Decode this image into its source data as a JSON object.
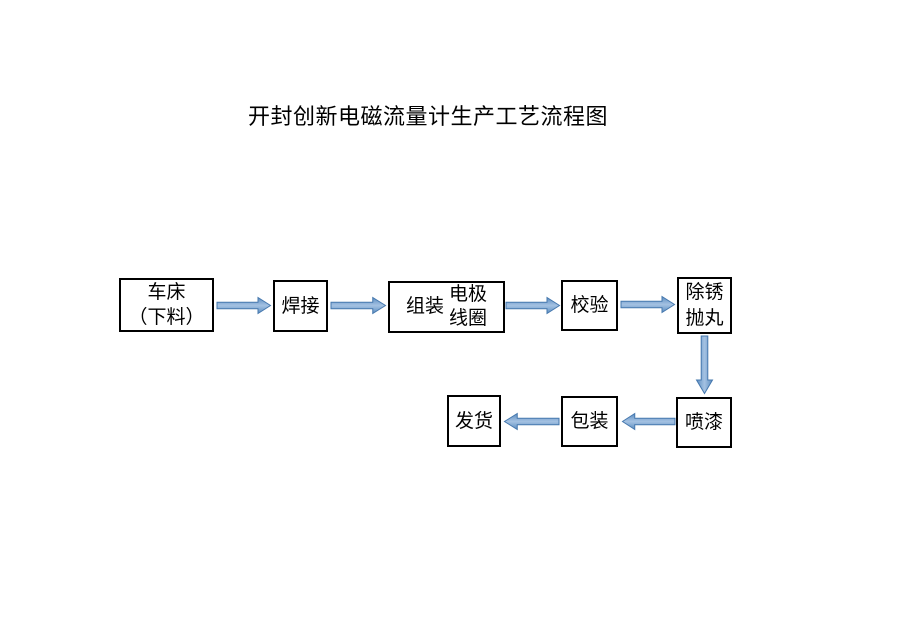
{
  "title": "开封创新电磁流量计生产工艺流程图",
  "colors": {
    "background": "#ffffff",
    "text": "#000000",
    "box_border": "#000000",
    "arrow_edge": "#5b8cc0",
    "arrow_mid": "#a4c2e2",
    "arrow_stroke": "#4678ae"
  },
  "nodes": {
    "lathe": {
      "line1": "车床",
      "line2": "（下料）"
    },
    "weld": {
      "line1": "焊接"
    },
    "assemble": {
      "main": "组装",
      "sub_line1": "电极",
      "sub_line2": "线圈"
    },
    "calibrate": {
      "line1": "校验"
    },
    "derust": {
      "line1": "除锈",
      "line2": "抛丸"
    },
    "paint": {
      "line1": "喷漆"
    },
    "pack": {
      "line1": "包装"
    },
    "ship": {
      "line1": "发货"
    }
  }
}
